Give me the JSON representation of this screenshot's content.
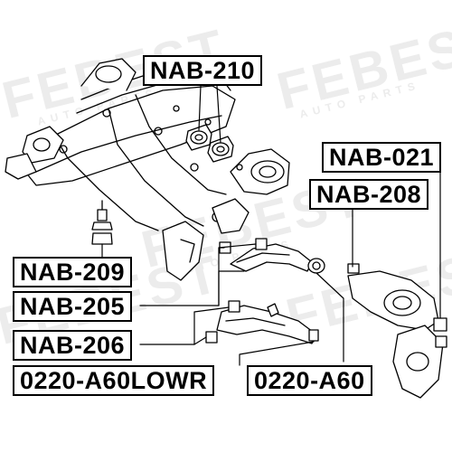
{
  "watermark": {
    "brand": "FEBEST",
    "tagline": "AUTO PARTS"
  },
  "labels": {
    "nab_210": "NAB-210",
    "nab_021": "NAB-021",
    "nab_208": "NAB-208",
    "nab_209": "NAB-209",
    "nab_205": "NAB-205",
    "nab_206": "NAB-206",
    "a60lowr": "0220-A60LOWR",
    "a60": "0220-A60"
  },
  "colors": {
    "line": "#000000",
    "watermark": "#ececec",
    "part_fill": "#ffffff"
  }
}
